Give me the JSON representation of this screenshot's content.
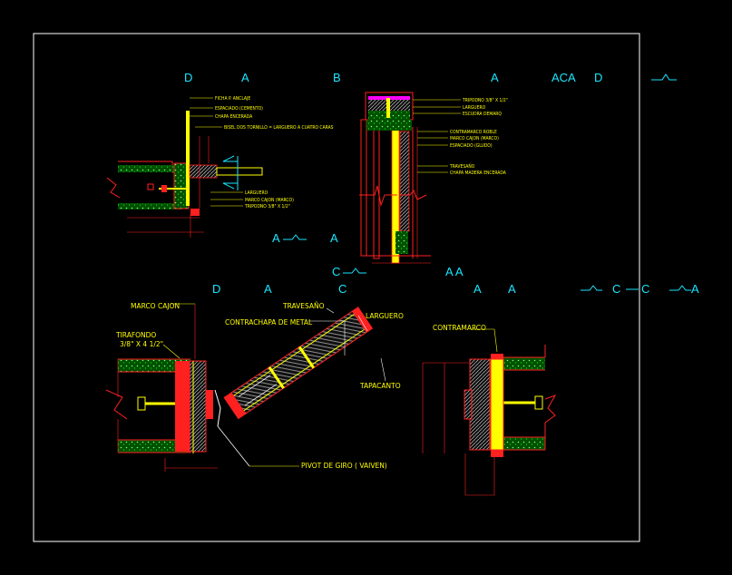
{
  "sheet": {
    "border_color": "#ffffff",
    "background": "#000000"
  },
  "colors": {
    "title": "#19e6ff",
    "label": "#ffff00",
    "section_line": "#ff2020",
    "timber": "#ffff00",
    "concrete": "#00c000",
    "hatch": "#ffffff",
    "magenta": "#ff00ff",
    "blue": "#3050ff"
  },
  "titles": {
    "top_left": [
      "D",
      "A"
    ],
    "top_mid": [
      "B"
    ],
    "top_right": [
      "A",
      "ACA",
      "D"
    ],
    "sec_a": [
      "A",
      "A"
    ],
    "sec_c": [
      "C",
      "A A"
    ],
    "bottom_left": [
      "D",
      "A",
      "C"
    ],
    "bottom_right": [
      "A",
      "A",
      "C",
      "C",
      "A"
    ]
  },
  "labels_top_left": [
    "FICHA P. ANCLAJE",
    "ESPACIADO (CEMENTO)",
    "CHAPA ENCERADA",
    "BISEL DOS TORNILLO = LARGUERO A CUATRO CARAS",
    "LARGUERO",
    "MARCO CAJON (MARCO)",
    "TRIPODNO 3/8\" X 1/2\""
  ],
  "labels_top_mid": [
    "TRIPODNO 3/8\" X 1/2\"",
    "LARGUERO",
    "ESCUDRA DEMARQ",
    "CONTRAMARCO ROBLE",
    "MARCO CAJON (MARCO)",
    "ESPACIADO (GLUDO)",
    "TRAVESAÑO",
    "CHAPA MADERA ENCERADA"
  ],
  "labels_bottom_left": {
    "marco": "MARCO CAJON",
    "tirafondo_1": "TIRAFONDO",
    "tirafondo_2": "3/8\" X 4 1/2\"",
    "travesano": "TRAVESAÑO",
    "contrachapa": "CONTRACHAPA DE METAL",
    "larguero": "LARGUERO",
    "tapacanto": "TAPACANTO",
    "pivot": "PIVOT DE GIRO ( VAIVEN)"
  },
  "labels_bottom_right": {
    "contramarco": "CONTRAMARCO"
  }
}
